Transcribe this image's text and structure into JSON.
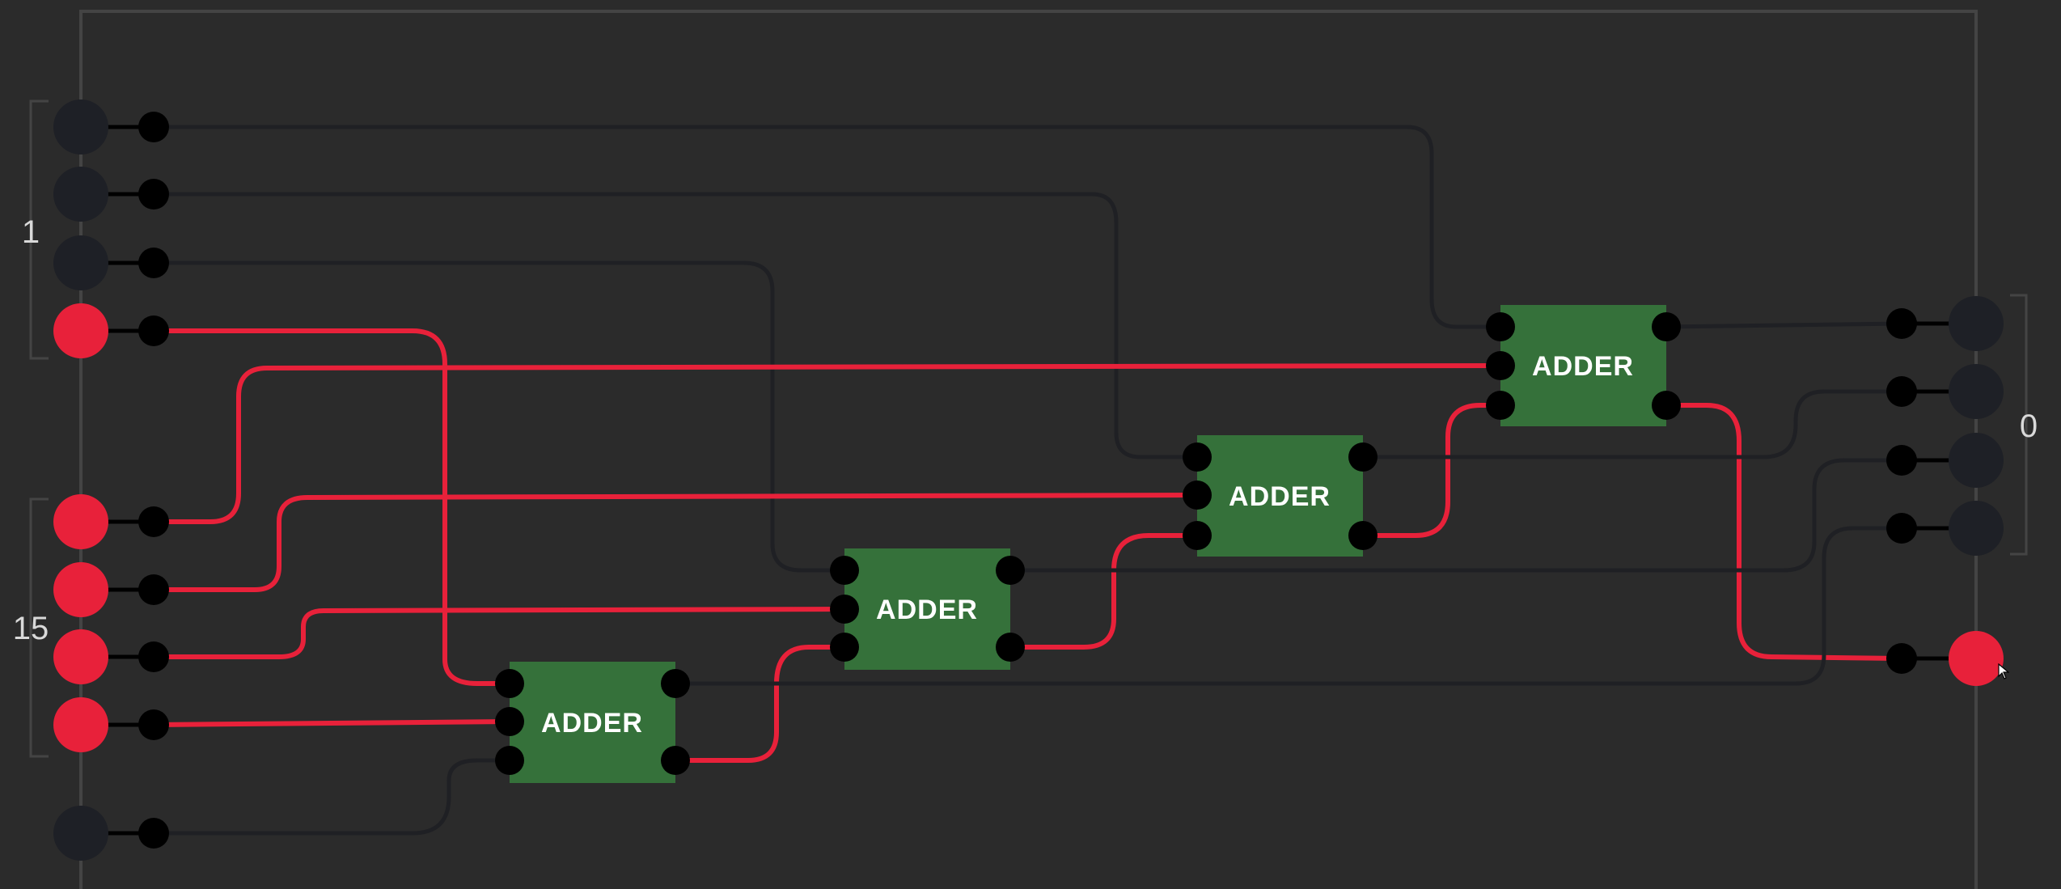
{
  "colors": {
    "background": "#2b2b2b",
    "wire_off": "#1f2024",
    "wire_on": "#e8213a",
    "pin_off": "#1e2026",
    "pin_on": "#e8213a",
    "gate_fill": "#35713a",
    "frame": "#444444"
  },
  "input_bus_a": {
    "label": "1",
    "bits": [
      false,
      false,
      false,
      true
    ]
  },
  "input_bus_b": {
    "label": "15",
    "bits": [
      true,
      true,
      true,
      true
    ]
  },
  "carry_in": {
    "state": false
  },
  "output_bus": {
    "label": "0",
    "bits": [
      false,
      false,
      false,
      false
    ]
  },
  "carry_out": {
    "state": true
  },
  "gates": [
    {
      "label": "ADDER",
      "inputs": [
        true,
        true,
        false
      ],
      "outputs": [
        false,
        true
      ]
    },
    {
      "label": "ADDER",
      "inputs": [
        false,
        true,
        true
      ],
      "outputs": [
        false,
        true
      ]
    },
    {
      "label": "ADDER",
      "inputs": [
        false,
        true,
        true
      ],
      "outputs": [
        false,
        true
      ]
    },
    {
      "label": "ADDER",
      "inputs": [
        false,
        true,
        true
      ],
      "outputs": [
        false,
        true
      ]
    }
  ],
  "cursor": {
    "icon": "mouse-pointer-icon"
  }
}
